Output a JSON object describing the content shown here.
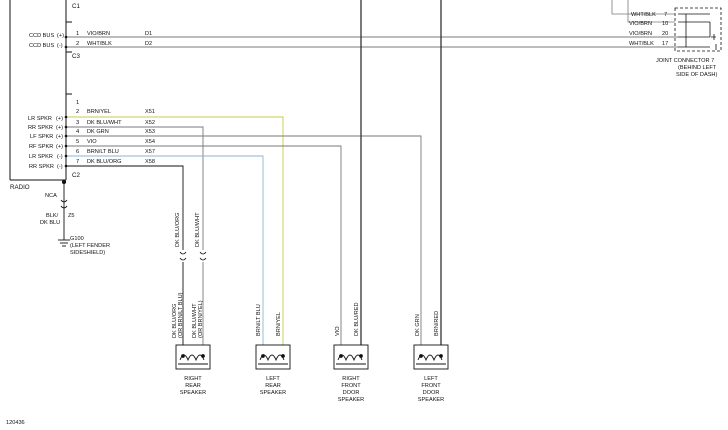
{
  "radio": {
    "connectors": {
      "c1": "C1",
      "c3": "C3",
      "c2": "C2"
    },
    "label": "RADIO",
    "ccd_rows": [
      {
        "side": "CCD BUS",
        "polarity": "(+)",
        "pin": "1",
        "wire": "VIO/BRN",
        "circuit": "D1"
      },
      {
        "side": "CCD BUS",
        "polarity": "(-)",
        "pin": "2",
        "wire": "WHT/BLK",
        "circuit": "D2"
      }
    ],
    "spk_rows": [
      {
        "side": "",
        "polarity": "",
        "pin": "1",
        "wire": "",
        "circuit": ""
      },
      {
        "side": "LR SPKR",
        "polarity": "(+)",
        "pin": "2",
        "wire": "BRN/YEL",
        "circuit": "X51"
      },
      {
        "side": "RR SPKR",
        "polarity": "(+)",
        "pin": "3",
        "wire": "DK BLU/WHT",
        "circuit": "X52"
      },
      {
        "side": "LF SPKR",
        "polarity": "(+)",
        "pin": "4",
        "wire": "DK GRN",
        "circuit": "X53"
      },
      {
        "side": "RF SPKR",
        "polarity": "(+)",
        "pin": "5",
        "wire": "VIO",
        "circuit": "X54"
      },
      {
        "side": "LR SPKR",
        "polarity": "(-)",
        "pin": "6",
        "wire": "BRN/LT BLU",
        "circuit": "X57"
      },
      {
        "side": "RR SPKR",
        "polarity": "(-)",
        "pin": "7",
        "wire": "DK BLU/ORG",
        "circuit": "X58"
      }
    ]
  },
  "ground": {
    "nca": "NCA",
    "wire1": "BLK/",
    "wire2": "DK BLU",
    "circuit": "Z5",
    "id": "G100",
    "loc1": "(LEFT FENDER",
    "loc2": "SIDESHIELD)"
  },
  "joint": {
    "rows": [
      {
        "wire": "WHT/BLK",
        "pin": "7"
      },
      {
        "wire": "VIO/BRN",
        "pin": "10"
      },
      {
        "wire": "VIO/BRN",
        "pin": "20"
      },
      {
        "wire": "WHT/BLK",
        "pin": "17"
      }
    ],
    "label1": "JOINT CONNECTOR 7",
    "label2": "(BEHIND LEFT",
    "label3": "SIDE OF DASH)"
  },
  "vertical_wires": {
    "rr_upper_a": "DK BLU/ORG",
    "rr_upper_b": "DK BLU/WHT",
    "rr_lower_a1": "DK BLU/ORG",
    "rr_lower_a2": "(OR BRN/LT BLU)",
    "rr_lower_b1": "DK BLU/WHT",
    "rr_lower_b2": "(OR BRN/YEL)",
    "lr_a": "BRN/LT BLU",
    "lr_b": "BRN/YEL",
    "rf_a": "VIO",
    "rf_b": "DK BLU/RED",
    "lf_a": "DK GRN",
    "lf_b": "BRN/RED"
  },
  "speakers": [
    {
      "l1": "RIGHT",
      "l2": "REAR",
      "l3": "SPEAKER",
      "l4": ""
    },
    {
      "l1": "LEFT",
      "l2": "REAR",
      "l3": "SPEAKER",
      "l4": ""
    },
    {
      "l1": "RIGHT",
      "l2": "FRONT",
      "l3": "DOOR",
      "l4": "SPEAKER"
    },
    {
      "l1": "LEFT",
      "l2": "FRONT",
      "l3": "DOOR",
      "l4": "SPEAKER"
    }
  ],
  "figure_id": "120436",
  "colors": {
    "wire": "#7a7a7a",
    "yellow": "#c9c94a",
    "blue": "#8ab6d6",
    "ink": "#111111"
  }
}
